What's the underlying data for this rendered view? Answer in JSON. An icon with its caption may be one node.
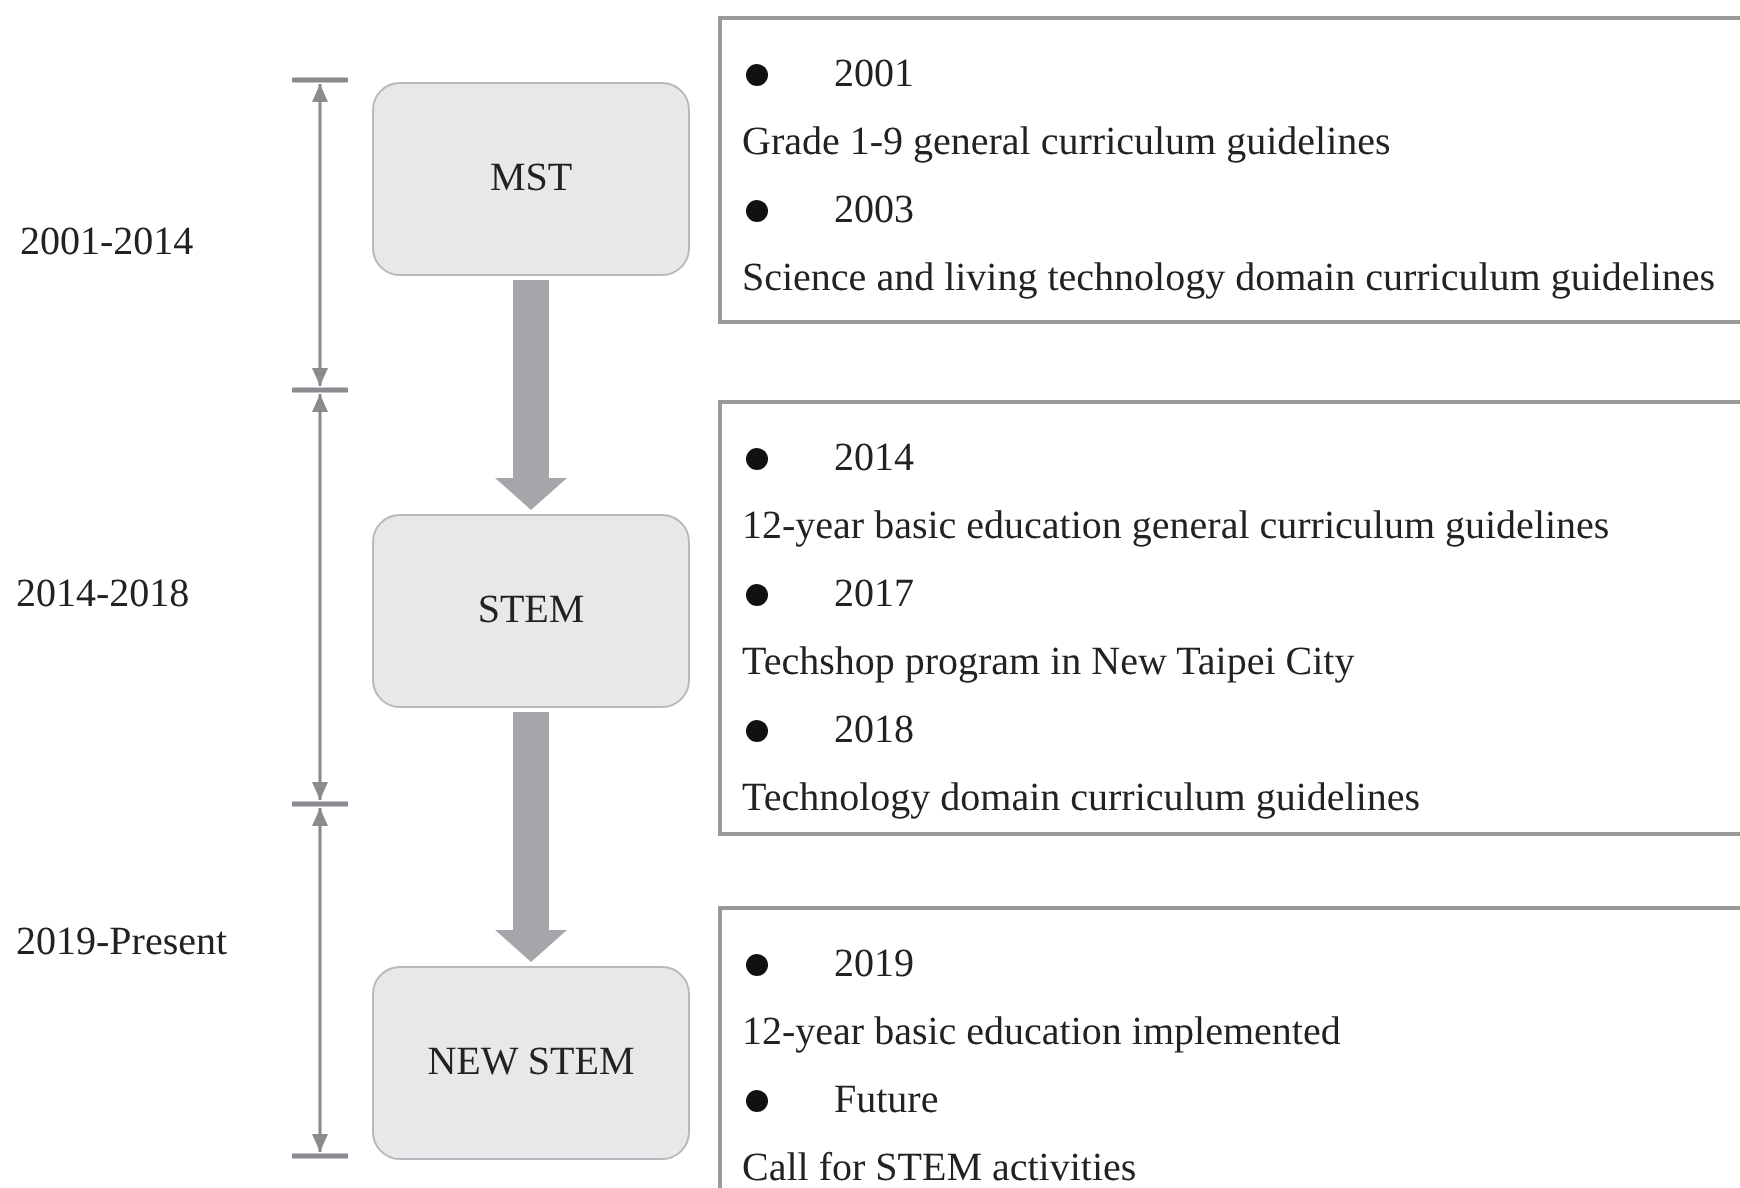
{
  "diagram": {
    "nodes": [
      {
        "text": [
          "MST"
        ]
      },
      {
        "text": [
          "STEM"
        ]
      },
      {
        "text": [
          "NEW STEM"
        ]
      },
      {
        "text": [
          "2001",
          "Grade 1-9 general curriculum guidelines",
          "2003",
          "Science and living technology domain curriculum guidelines"
        ]
      },
      {
        "text": [
          "2014",
          "12-year basic education general curriculum guidelines",
          "2017",
          "Techshop program in New Taipei City",
          "2018",
          "Technology domain curriculum guidelines"
        ]
      },
      {
        "text": [
          "2019",
          "12-year basic education implemented",
          "Future",
          "Call for STEM activities"
        ]
      }
    ],
    "edges": [
      {
        "from": 0,
        "to": 1,
        "arrow": "to"
      },
      {
        "from": 1,
        "to": 2,
        "arrow": "to"
      }
    ],
    "labels": [
      "2001-2014",
      "2014-2018",
      "2019-Present"
    ]
  }
}
